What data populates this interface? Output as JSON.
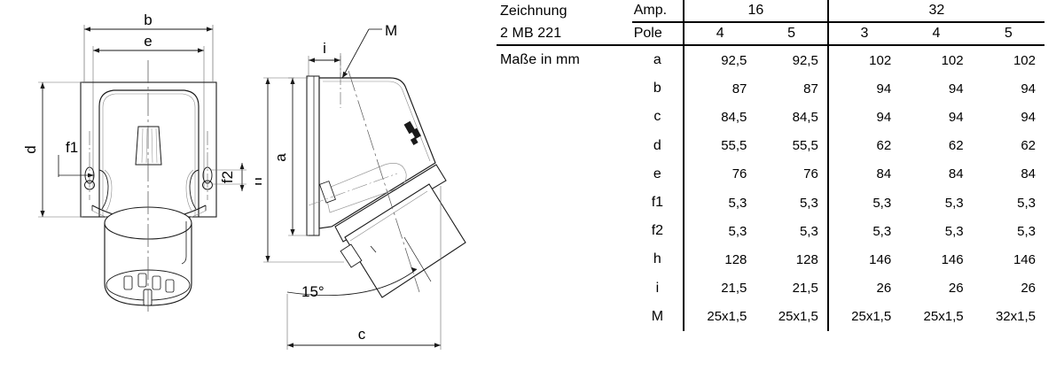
{
  "table": {
    "drawing_label": "Zeichnung",
    "drawing_no": "2 MB 221",
    "units_label": "Maße in mm",
    "amp_label": "Amp.",
    "pole_label": "Pole",
    "amp_groups": [
      {
        "amp": "16",
        "poles": [
          "4",
          "5"
        ]
      },
      {
        "amp": "32",
        "poles": [
          "3",
          "4",
          "5"
        ]
      }
    ],
    "rows": [
      {
        "label": "a",
        "values": [
          "92,5",
          "92,5",
          "102",
          "102",
          "102"
        ]
      },
      {
        "label": "b",
        "values": [
          "87",
          "87",
          "94",
          "94",
          "94"
        ]
      },
      {
        "label": "c",
        "values": [
          "84,5",
          "84,5",
          "94",
          "94",
          "94"
        ]
      },
      {
        "label": "d",
        "values": [
          "55,5",
          "55,5",
          "62",
          "62",
          "62"
        ]
      },
      {
        "label": "e",
        "values": [
          "76",
          "76",
          "84",
          "84",
          "84"
        ]
      },
      {
        "label": "f1",
        "values": [
          "5,3",
          "5,3",
          "5,3",
          "5,3",
          "5,3"
        ]
      },
      {
        "label": "f2",
        "values": [
          "5,3",
          "5,3",
          "5,3",
          "5,3",
          "5,3"
        ]
      },
      {
        "label": "h",
        "values": [
          "128",
          "128",
          "146",
          "146",
          "146"
        ]
      },
      {
        "label": "i",
        "values": [
          "21,5",
          "21,5",
          "26",
          "26",
          "26"
        ]
      },
      {
        "label": "M",
        "values": [
          "25x1,5",
          "25x1,5",
          "25x1,5",
          "25x1,5",
          "32x1,5"
        ]
      }
    ]
  },
  "drawings": {
    "front_view": {
      "name": "front-view",
      "dimensions": {
        "b": "b",
        "e": "e",
        "d": "d",
        "f1": "f1",
        "f2": "f2"
      }
    },
    "side_view": {
      "name": "side-view",
      "dimensions": {
        "i": "i",
        "M": "M",
        "a": "a",
        "h": "h",
        "c": "c",
        "angle": "15°"
      }
    }
  },
  "colors": {
    "line": "#1a1a1a",
    "thin_line": "#6b6b6b",
    "background": "#ffffff"
  }
}
